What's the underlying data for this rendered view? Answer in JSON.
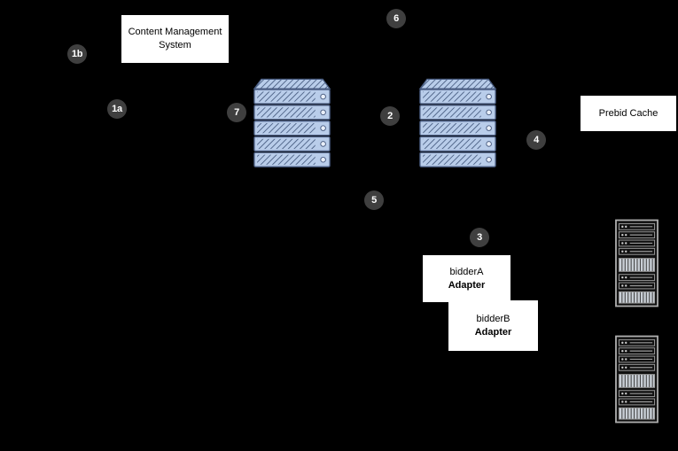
{
  "diagram": {
    "nodes": {
      "cms": {
        "label": "Content Management System"
      },
      "prebid_cache": {
        "label": "Prebid Cache"
      },
      "bidder_a": {
        "name": "bidderA",
        "role": "Adapter"
      },
      "bidder_b": {
        "name": "bidderB",
        "role": "Adapter"
      }
    },
    "badges": [
      {
        "label": "6"
      },
      {
        "label": "1b"
      },
      {
        "label": "1a"
      },
      {
        "label": "7"
      },
      {
        "label": "2"
      },
      {
        "label": "4"
      },
      {
        "label": "5"
      },
      {
        "label": "3"
      }
    ],
    "icons": {
      "server_stack": "server-stack-icon",
      "rack_server": "rack-server-icon"
    },
    "colors": {
      "background": "#000000",
      "badge_background": "#3f3f3f",
      "badge_text": "#ffffff",
      "node_background": "#ffffff",
      "node_text": "#000000",
      "server_icon_fill": "#b9cdea",
      "server_icon_stroke": "#4a5d82",
      "rack_icon_stroke": "#b0b0b0"
    }
  }
}
